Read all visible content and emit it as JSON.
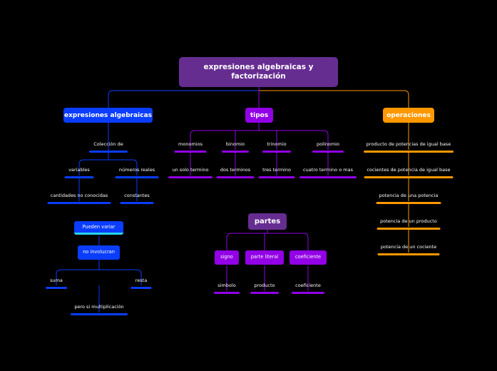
{
  "colors": {
    "purple_dark": "#662d91",
    "blue": "#0a3dff",
    "purple": "#9200e6",
    "orange": "#ff9800",
    "cyan": "#2ad4e8"
  },
  "root": {
    "line1": "expresiones algebraicas y",
    "line2": "factorización"
  },
  "branches": {
    "algebraicas": {
      "label": "expresiones algebraicas",
      "coleccion": "Colección de",
      "variables": "variables",
      "numeros_reales": "números reales",
      "cantidades": "cantidades no conocidas",
      "constantes": "constantes"
    },
    "tipos": {
      "label": "tipos",
      "items": [
        {
          "name": "monomios",
          "desc": "un solo termino"
        },
        {
          "name": "binomio",
          "desc": "dos terminos"
        },
        {
          "name": "trinomio",
          "desc": "tres termino"
        },
        {
          "name": "polinomio",
          "desc": "cuatro termino o mas"
        }
      ]
    },
    "operaciones": {
      "label": "operaciones",
      "items": [
        "producto de potencias de igual base",
        "cocientes de potencia de igual base",
        "potencia de una potencia",
        "potencia de un producto",
        "potencia de un cociente"
      ]
    }
  },
  "variar": {
    "label": "Pueden variar",
    "no_involucran": "no involucran",
    "suma": "suma",
    "resta": "resta",
    "pero": "pero si multiplicación"
  },
  "partes": {
    "label": "partes",
    "items": [
      {
        "name": "signo",
        "desc": "simbolo"
      },
      {
        "name": "parte literal",
        "desc": "producto"
      },
      {
        "name": "coeficiente",
        "desc": "coeficiente"
      }
    ]
  }
}
